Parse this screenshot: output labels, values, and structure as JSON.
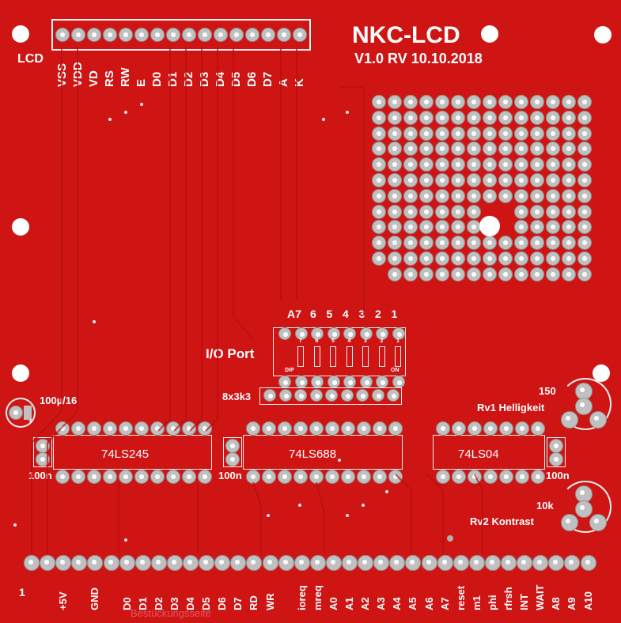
{
  "board": {
    "title": "NKC-LCD",
    "version": "V1.0 RV 10.10.2018",
    "bottom_faint_text": "Bestückungsseite"
  },
  "lcd": {
    "label": "LCD",
    "pins": [
      "VSS",
      "VDD",
      "VD",
      "RS",
      "RW",
      "E",
      "D0",
      "D1",
      "D2",
      "D3",
      "D4",
      "D5",
      "D6",
      "D7",
      "A",
      "K"
    ]
  },
  "dip": {
    "port_label": "I/O Port",
    "addr_labels": [
      "A7",
      "6",
      "5",
      "4",
      "3",
      "2",
      "1"
    ],
    "switch_numbers": [
      "7",
      "6",
      "5",
      "4",
      "3",
      "2",
      "1"
    ],
    "dip_text": "DIP",
    "on_text": "ON",
    "resistor_label": "8x3k3"
  },
  "chips": {
    "ic1": "74LS245",
    "ic2": "74LS688",
    "ic3": "74LS04",
    "cap": "100n"
  },
  "elco": {
    "label": "100µ/16",
    "plus": "+"
  },
  "pots": {
    "rv1_value": "150",
    "rv1_label": "Rv1 Helligkeit",
    "rv2_value": "10k",
    "rv2_label": "Rv2 Kontrast"
  },
  "bus": {
    "first_pin": "1",
    "pins": [
      "",
      "",
      "",
      "+5V",
      "",
      "GND",
      "",
      "D0",
      "D1",
      "D2",
      "D3",
      "D4",
      "D5",
      "D6",
      "D7",
      "RD",
      "WR",
      "",
      "ioreq",
      "mreq",
      "A0",
      "A1",
      "A2",
      "A3",
      "A4",
      "A5",
      "A6",
      "A7",
      "reset",
      "m1",
      "phi",
      "rfrsh",
      "INT",
      "WAIT",
      "A8",
      "A9",
      "A10"
    ]
  },
  "colors": {
    "board": "#cf1414",
    "silkscreen": "#ffffff",
    "pad": "#c0c0c0"
  }
}
